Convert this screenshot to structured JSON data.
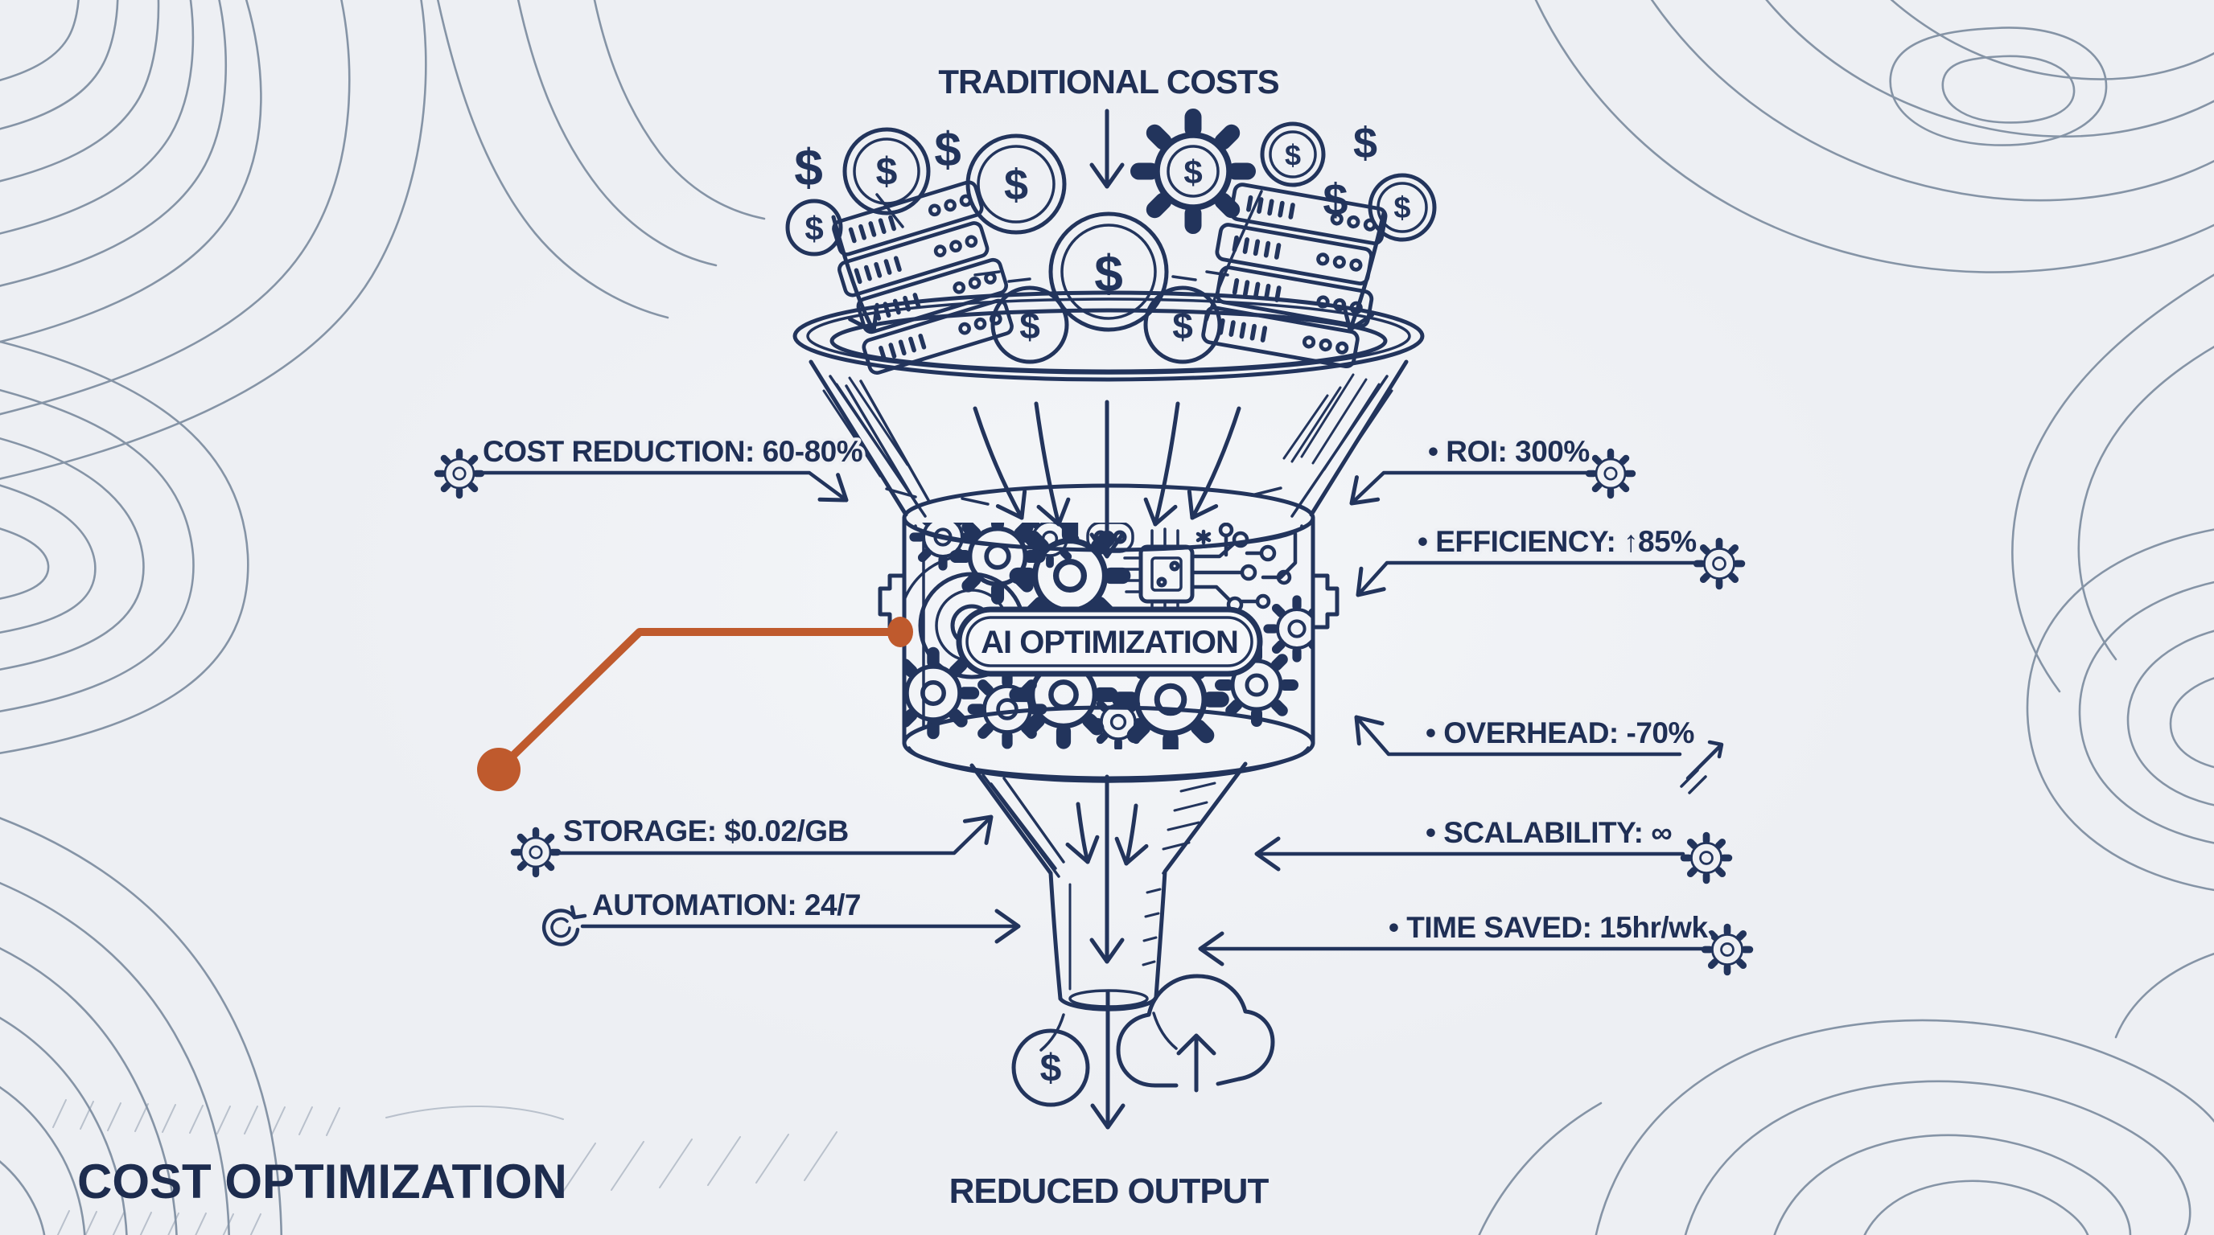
{
  "page": {
    "title": "COST OPTIMIZATION"
  },
  "funnel": {
    "input_label": "TRADITIONAL COSTS",
    "core_label": "AI OPTIMIZATION",
    "output_label": "REDUCED OUTPUT"
  },
  "callouts": {
    "left": [
      {
        "label": "COST REDUCTION: 60-80%"
      },
      {
        "label": "STORAGE: $0.02/GB"
      },
      {
        "label": "AUTOMATION: 24/7"
      }
    ],
    "right": [
      {
        "label": "• ROI: 300%"
      },
      {
        "label": "• EFFICIENCY: ↑85%"
      },
      {
        "label": "• OVERHEAD: -70%"
      },
      {
        "label": "• SCALABILITY: ∞"
      },
      {
        "label": "• TIME SAVED: 15hr/wk"
      }
    ]
  },
  "glyphs": {
    "dollar": "$"
  },
  "colors": {
    "ink": "#22345c",
    "accent": "#bf5a2d",
    "background": "#edeff3",
    "contour": "#68798f"
  }
}
